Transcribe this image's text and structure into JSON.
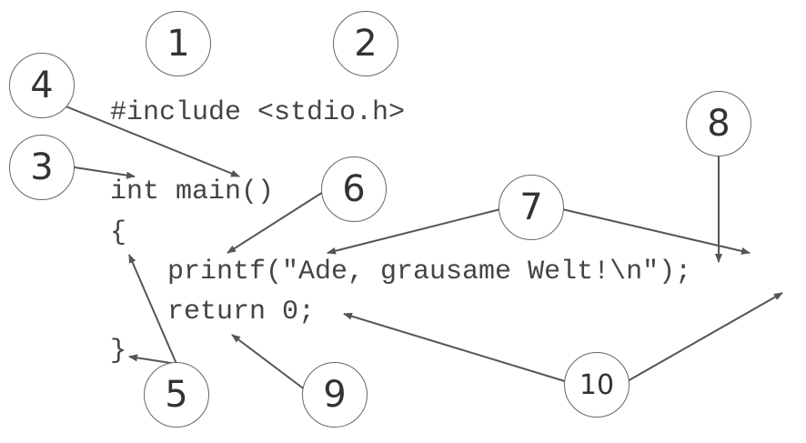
{
  "code": {
    "include": "#include <stdio.h>",
    "main_sig": "int main()",
    "open_brace": "{",
    "printf_stmt": "printf(\"Ade, grausame Welt!\\n\");",
    "return_stmt": "return 0;",
    "close_brace": "}"
  },
  "markers": {
    "m1": "1",
    "m2": "2",
    "m3": "3",
    "m4": "4",
    "m5": "5",
    "m6": "6",
    "m7": "7",
    "m8": "8",
    "m9": "9",
    "m10": "10"
  },
  "colors": {
    "code_text": "#444444",
    "marker_border": "#666666",
    "arrow": "#555555"
  }
}
